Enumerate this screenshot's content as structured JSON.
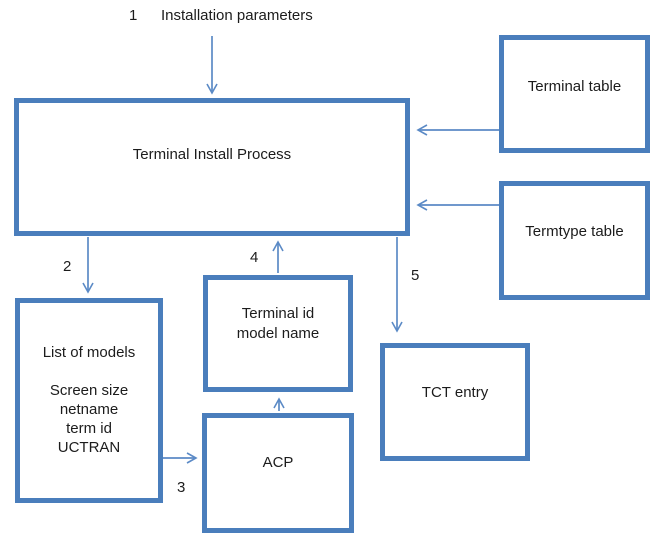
{
  "colors": {
    "box_border": "#4a7ebc",
    "arrow": "#5b8ac6",
    "text": "#1c1c1c",
    "background": "#ffffff"
  },
  "steps": {
    "step1": {
      "number": "1",
      "label": "Installation parameters"
    },
    "step2": {
      "number": "2"
    },
    "step3": {
      "number": "3"
    },
    "step4": {
      "number": "4"
    },
    "step5": {
      "number": "5"
    }
  },
  "boxes": {
    "process": {
      "label": "Terminal Install Process"
    },
    "terminal_table": {
      "label": "Terminal table"
    },
    "termtype_table": {
      "label": "Termtype table"
    },
    "list_of_models": {
      "title": "List of models",
      "lines": [
        "Screen size",
        "netname",
        "term id",
        "UCTRAN"
      ]
    },
    "terminal_id_model": {
      "lines": [
        "Terminal id",
        "model name"
      ]
    },
    "acp": {
      "label": "ACP"
    },
    "tct_entry": {
      "label": "TCT entry"
    }
  },
  "arrows": [
    {
      "step": "1",
      "from": "Installation parameters",
      "to": "Terminal Install Process",
      "direction": "down"
    },
    {
      "step": "2",
      "from": "Terminal Install Process",
      "to": "List of models",
      "direction": "down"
    },
    {
      "step": "3",
      "from": "List of models",
      "to": "ACP",
      "direction": "right"
    },
    {
      "step": "4",
      "from": "Terminal id model name",
      "to": "Terminal Install Process",
      "direction": "up"
    },
    {
      "step": "5",
      "from": "Terminal Install Process",
      "to": "TCT entry",
      "direction": "down"
    },
    {
      "from": "Terminal table",
      "to": "Terminal Install Process",
      "direction": "left"
    },
    {
      "from": "Termtype table",
      "to": "Terminal Install Process",
      "direction": "left"
    },
    {
      "from": "ACP",
      "to": "Terminal id model name",
      "direction": "up"
    }
  ]
}
